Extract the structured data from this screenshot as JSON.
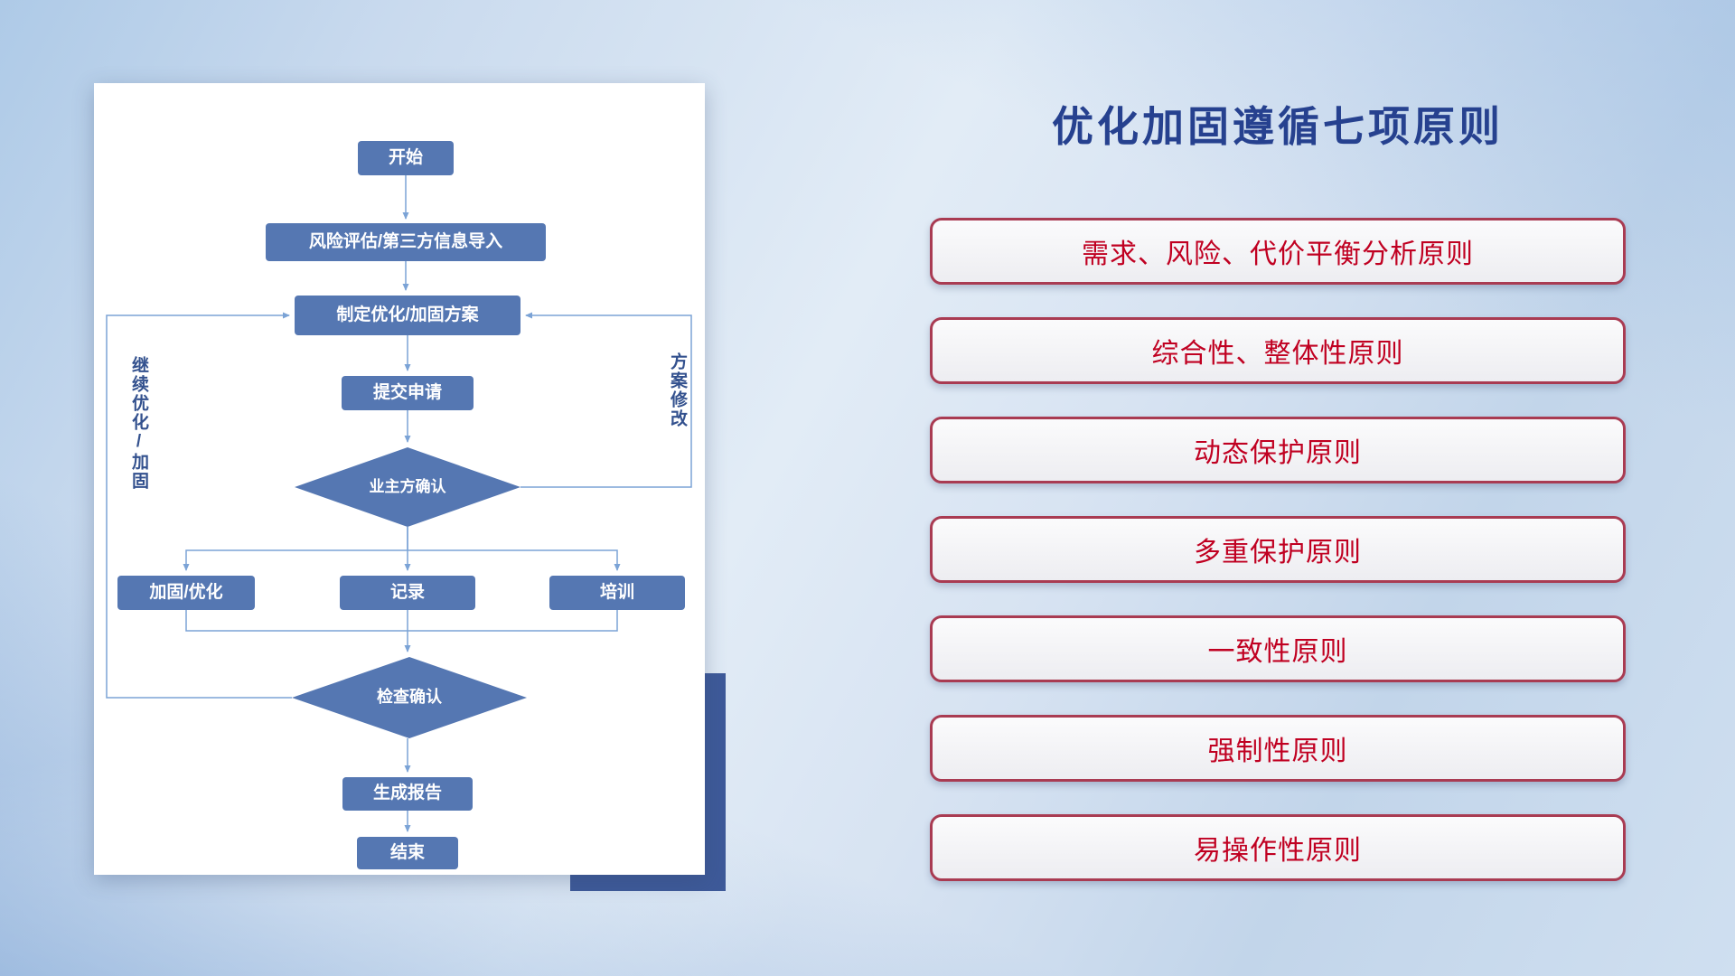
{
  "title": "优化加固遵循七项原则",
  "principles": [
    "需求、风险、代价平衡分析原则",
    "综合性、整体性原则",
    "动态保护原则",
    "多重保护原则",
    "一致性原则",
    "强制性原则",
    "易操作性原则"
  ],
  "flowchart": {
    "start": "开始",
    "risk": "风险评估/第三方信息导入",
    "plan": "制定优化/加固方案",
    "submit": "提交申请",
    "owner_confirm": "业主方确认",
    "reinforce": "加固/优化",
    "record": "记录",
    "training": "培训",
    "check_confirm": "检查确认",
    "report": "生成报告",
    "end": "结束",
    "loop_left": "继续优化/加固",
    "loop_right": "方案修改"
  },
  "colors": {
    "node_fill": "#5577b2",
    "connector": "#7ba3d6",
    "accent_rect": "#3e5a99",
    "principle_border": "#a93b52",
    "principle_text": "#c00021",
    "title_text": "#26418f"
  }
}
